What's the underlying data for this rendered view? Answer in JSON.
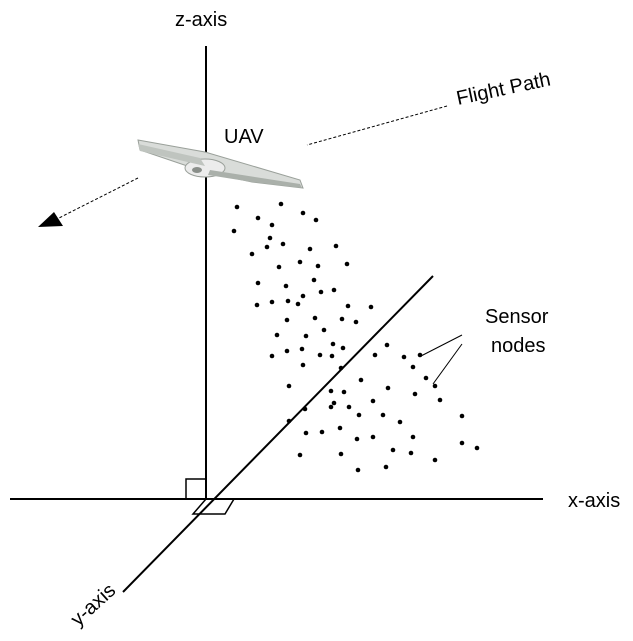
{
  "labels": {
    "z_axis": "z-axis",
    "x_axis": "x-axis",
    "y_axis": "y-axis",
    "uav": "UAV",
    "flight_path": "Flight Path",
    "sensor_line1": "Sensor",
    "sensor_line2": "nodes"
  },
  "colors": {
    "ink": "#000000",
    "uav_body": "#d9dcd9",
    "uav_shadow": "#9aa09a"
  }
}
